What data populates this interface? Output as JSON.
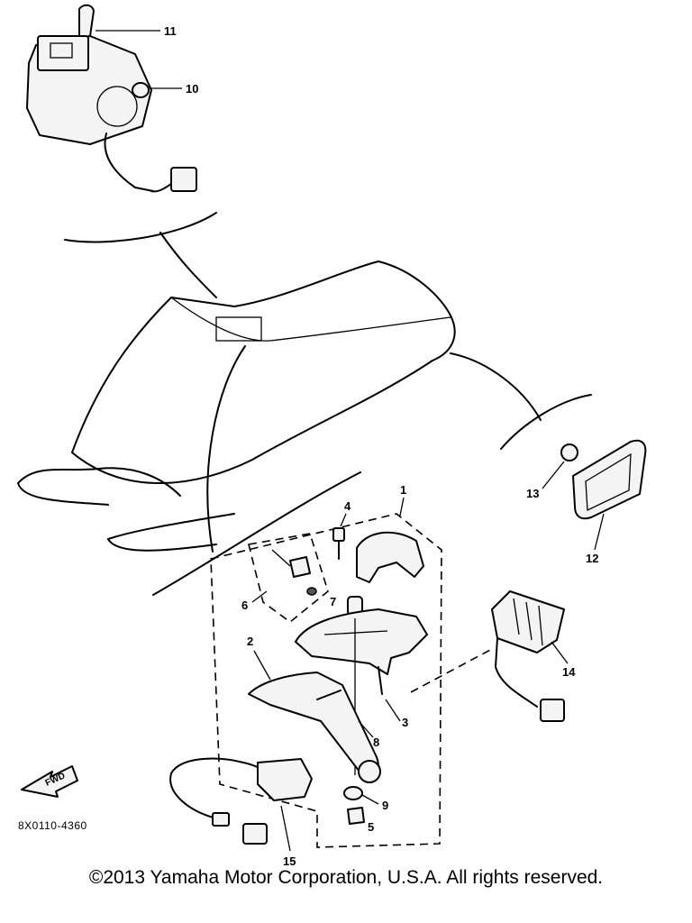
{
  "callouts": {
    "c1": "1",
    "c2": "2",
    "c3": "3",
    "c4": "4",
    "c5": "5",
    "c6": "6",
    "c7": "7",
    "c8": "8",
    "c9": "9",
    "c10": "10",
    "c11": "11",
    "c12": "12",
    "c13": "13",
    "c14": "14",
    "c15": "15"
  },
  "diagram_code": "8X0110-4360",
  "fwd_label": "FWD",
  "copyright": "©2013 Yamaha Motor Corporation, U.S.A. All rights reserved."
}
